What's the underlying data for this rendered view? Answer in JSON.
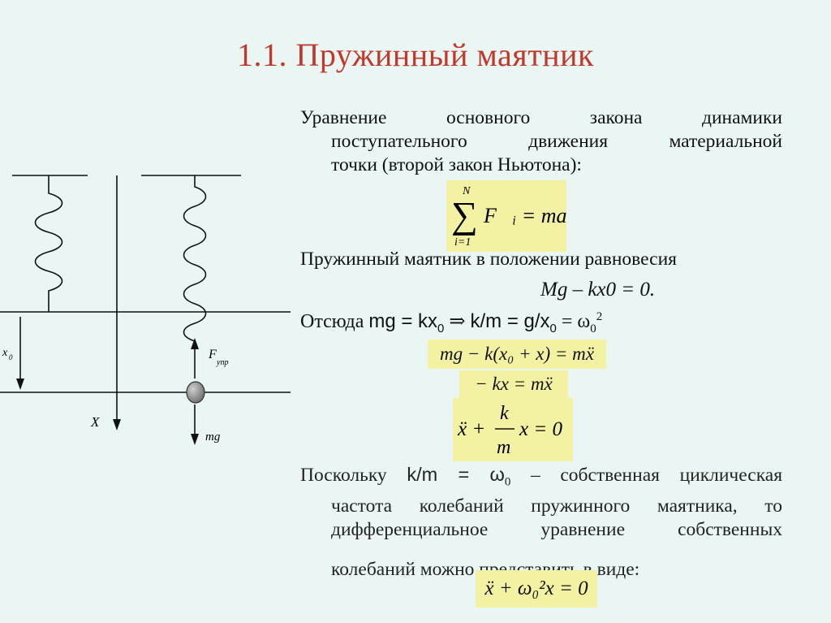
{
  "title": "1.1. Пружинный маятник",
  "para1": {
    "line1": "Уравнение основного закона динамики",
    "line2": "поступательного движения материальной",
    "line3": "точки (второй закон Ньютона):"
  },
  "eq_newton": {
    "sum_top": "N",
    "sum_bottom": "i=1",
    "body": "F⃗ᵢ = ma⃗"
  },
  "para2": "Пружинный маятник в положении равновесия",
  "eq_equilibrium": "Mg – kx0 = 0.",
  "line_hence": {
    "prefix": "Отсюда ",
    "text": "mg = kx",
    "sub0": "0",
    "arrow": " ⇒ ",
    "mid": "k/m = g/x",
    "sub1": "0",
    "eq": " = ω",
    "sub2": "0",
    "sup": "2"
  },
  "eq_a": "mg − k(x₀ + x) = mẍ",
  "eq_b": "− kx = mẍ",
  "eq_c": {
    "lhs": "ẍ +",
    "num": "k",
    "den": "m",
    "rhs": "x = 0"
  },
  "para3": {
    "line1_a": "Поскольку ",
    "line1_b": "k/m = ω",
    "line1_sub": "0",
    "line1_c": " – собственная циклическая",
    "line2": "частота колебаний пружинного маятника, то",
    "line3": "дифференциальное уравнение собственных",
    "line4": "колебаний можно представить в виде:"
  },
  "eq_final": "ẍ + ω₀²x = 0",
  "diagram": {
    "label_x0": "x⃗",
    "label_x0_sub": "0",
    "label_X": "X",
    "label_F": "F⃗",
    "label_F_sub": "упр",
    "label_mg": "mg⃗"
  }
}
